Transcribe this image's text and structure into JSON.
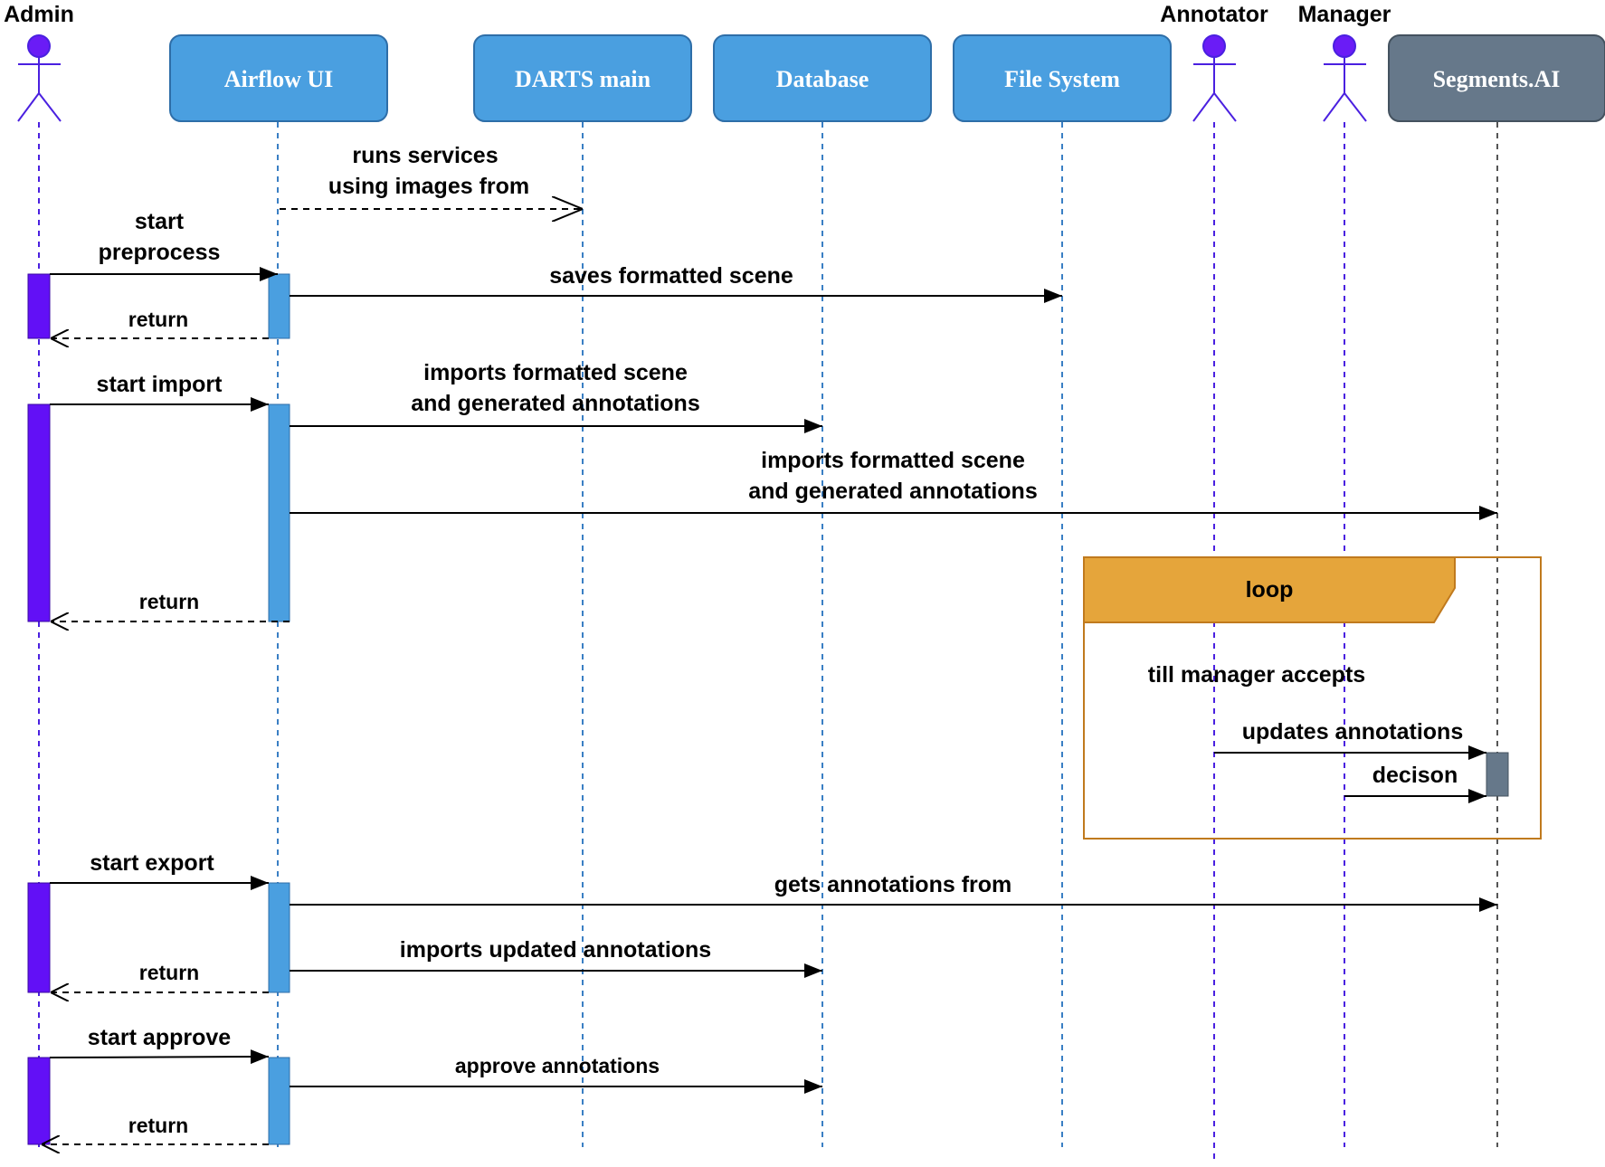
{
  "actors": [
    {
      "id": "admin",
      "label": "Admin",
      "type": "stick",
      "color": "#6a1cf6"
    },
    {
      "id": "airflow",
      "label": "Airflow UI",
      "type": "box",
      "color": "#4a9fe0"
    },
    {
      "id": "darts",
      "label": "DARTS main",
      "type": "box",
      "color": "#4a9fe0"
    },
    {
      "id": "database",
      "label": "Database",
      "type": "box",
      "color": "#4a9fe0"
    },
    {
      "id": "filesystem",
      "label": "File System",
      "type": "box",
      "color": "#4a9fe0"
    },
    {
      "id": "annotator",
      "label": "Annotator",
      "type": "stick",
      "color": "#6a1cf6"
    },
    {
      "id": "manager",
      "label": "Manager",
      "type": "stick",
      "color": "#6a1cf6"
    },
    {
      "id": "segments",
      "label": "Segments.AI",
      "type": "box",
      "color": "#66788a"
    }
  ],
  "messages": [
    {
      "id": "runs-services",
      "from": "airflow",
      "to": "darts",
      "style": "dashed-open",
      "lines": [
        "runs services",
        "using images from"
      ]
    },
    {
      "id": "start-preprocess",
      "from": "admin",
      "to": "airflow",
      "style": "solid",
      "lines": [
        "start",
        "preprocess"
      ]
    },
    {
      "id": "saves-formatted-scene",
      "from": "airflow",
      "to": "filesystem",
      "style": "solid",
      "lines": [
        "saves formatted scene"
      ]
    },
    {
      "id": "return-1",
      "from": "airflow",
      "to": "admin",
      "style": "dashed-open",
      "lines": [
        "return"
      ]
    },
    {
      "id": "start-import",
      "from": "admin",
      "to": "airflow",
      "style": "solid",
      "lines": [
        "start import"
      ]
    },
    {
      "id": "imports-db",
      "from": "airflow",
      "to": "database",
      "style": "solid",
      "lines": [
        "imports formatted scene",
        "and generated annotations"
      ]
    },
    {
      "id": "imports-segments",
      "from": "airflow",
      "to": "segments",
      "style": "solid",
      "lines": [
        "imports formatted scene",
        "and generated annotations"
      ]
    },
    {
      "id": "return-2",
      "from": "airflow",
      "to": "admin",
      "style": "dashed-open",
      "lines": [
        "return"
      ]
    },
    {
      "id": "updates-annotations",
      "from": "annotator",
      "to": "segments",
      "style": "solid",
      "lines": [
        "updates annotations"
      ]
    },
    {
      "id": "decison",
      "from": "manager",
      "to": "segments",
      "style": "solid",
      "lines": [
        "decison"
      ]
    },
    {
      "id": "start-export",
      "from": "admin",
      "to": "airflow",
      "style": "solid",
      "lines": [
        "start export"
      ]
    },
    {
      "id": "gets-annotations",
      "from": "airflow",
      "to": "segments",
      "style": "solid",
      "lines": [
        "gets annotations from"
      ]
    },
    {
      "id": "imports-updated",
      "from": "airflow",
      "to": "database",
      "style": "solid",
      "lines": [
        "imports updated annotations"
      ]
    },
    {
      "id": "return-3",
      "from": "airflow",
      "to": "admin",
      "style": "dashed-open",
      "lines": [
        "return"
      ]
    },
    {
      "id": "start-approve",
      "from": "admin",
      "to": "airflow",
      "style": "solid",
      "lines": [
        "start approve"
      ]
    },
    {
      "id": "approve-annotations",
      "from": "airflow",
      "to": "database",
      "style": "solid",
      "lines": [
        "approve annotations"
      ]
    },
    {
      "id": "return-4",
      "from": "airflow",
      "to": "admin",
      "style": "dashed-open",
      "lines": [
        "return"
      ]
    }
  ],
  "loop": {
    "label": "loop",
    "condition": "till manager accepts",
    "header_color": "#e5a53b",
    "border_color": "#c07a1e"
  },
  "colors": {
    "admin_activation": "#6210f6",
    "airflow_activation": "#4a9fe0",
    "segments_activation": "#66788a",
    "lifeline_blue": "#3a7fc4",
    "lifeline_purple": "#4a20e0",
    "lifeline_gray": "#555555"
  }
}
